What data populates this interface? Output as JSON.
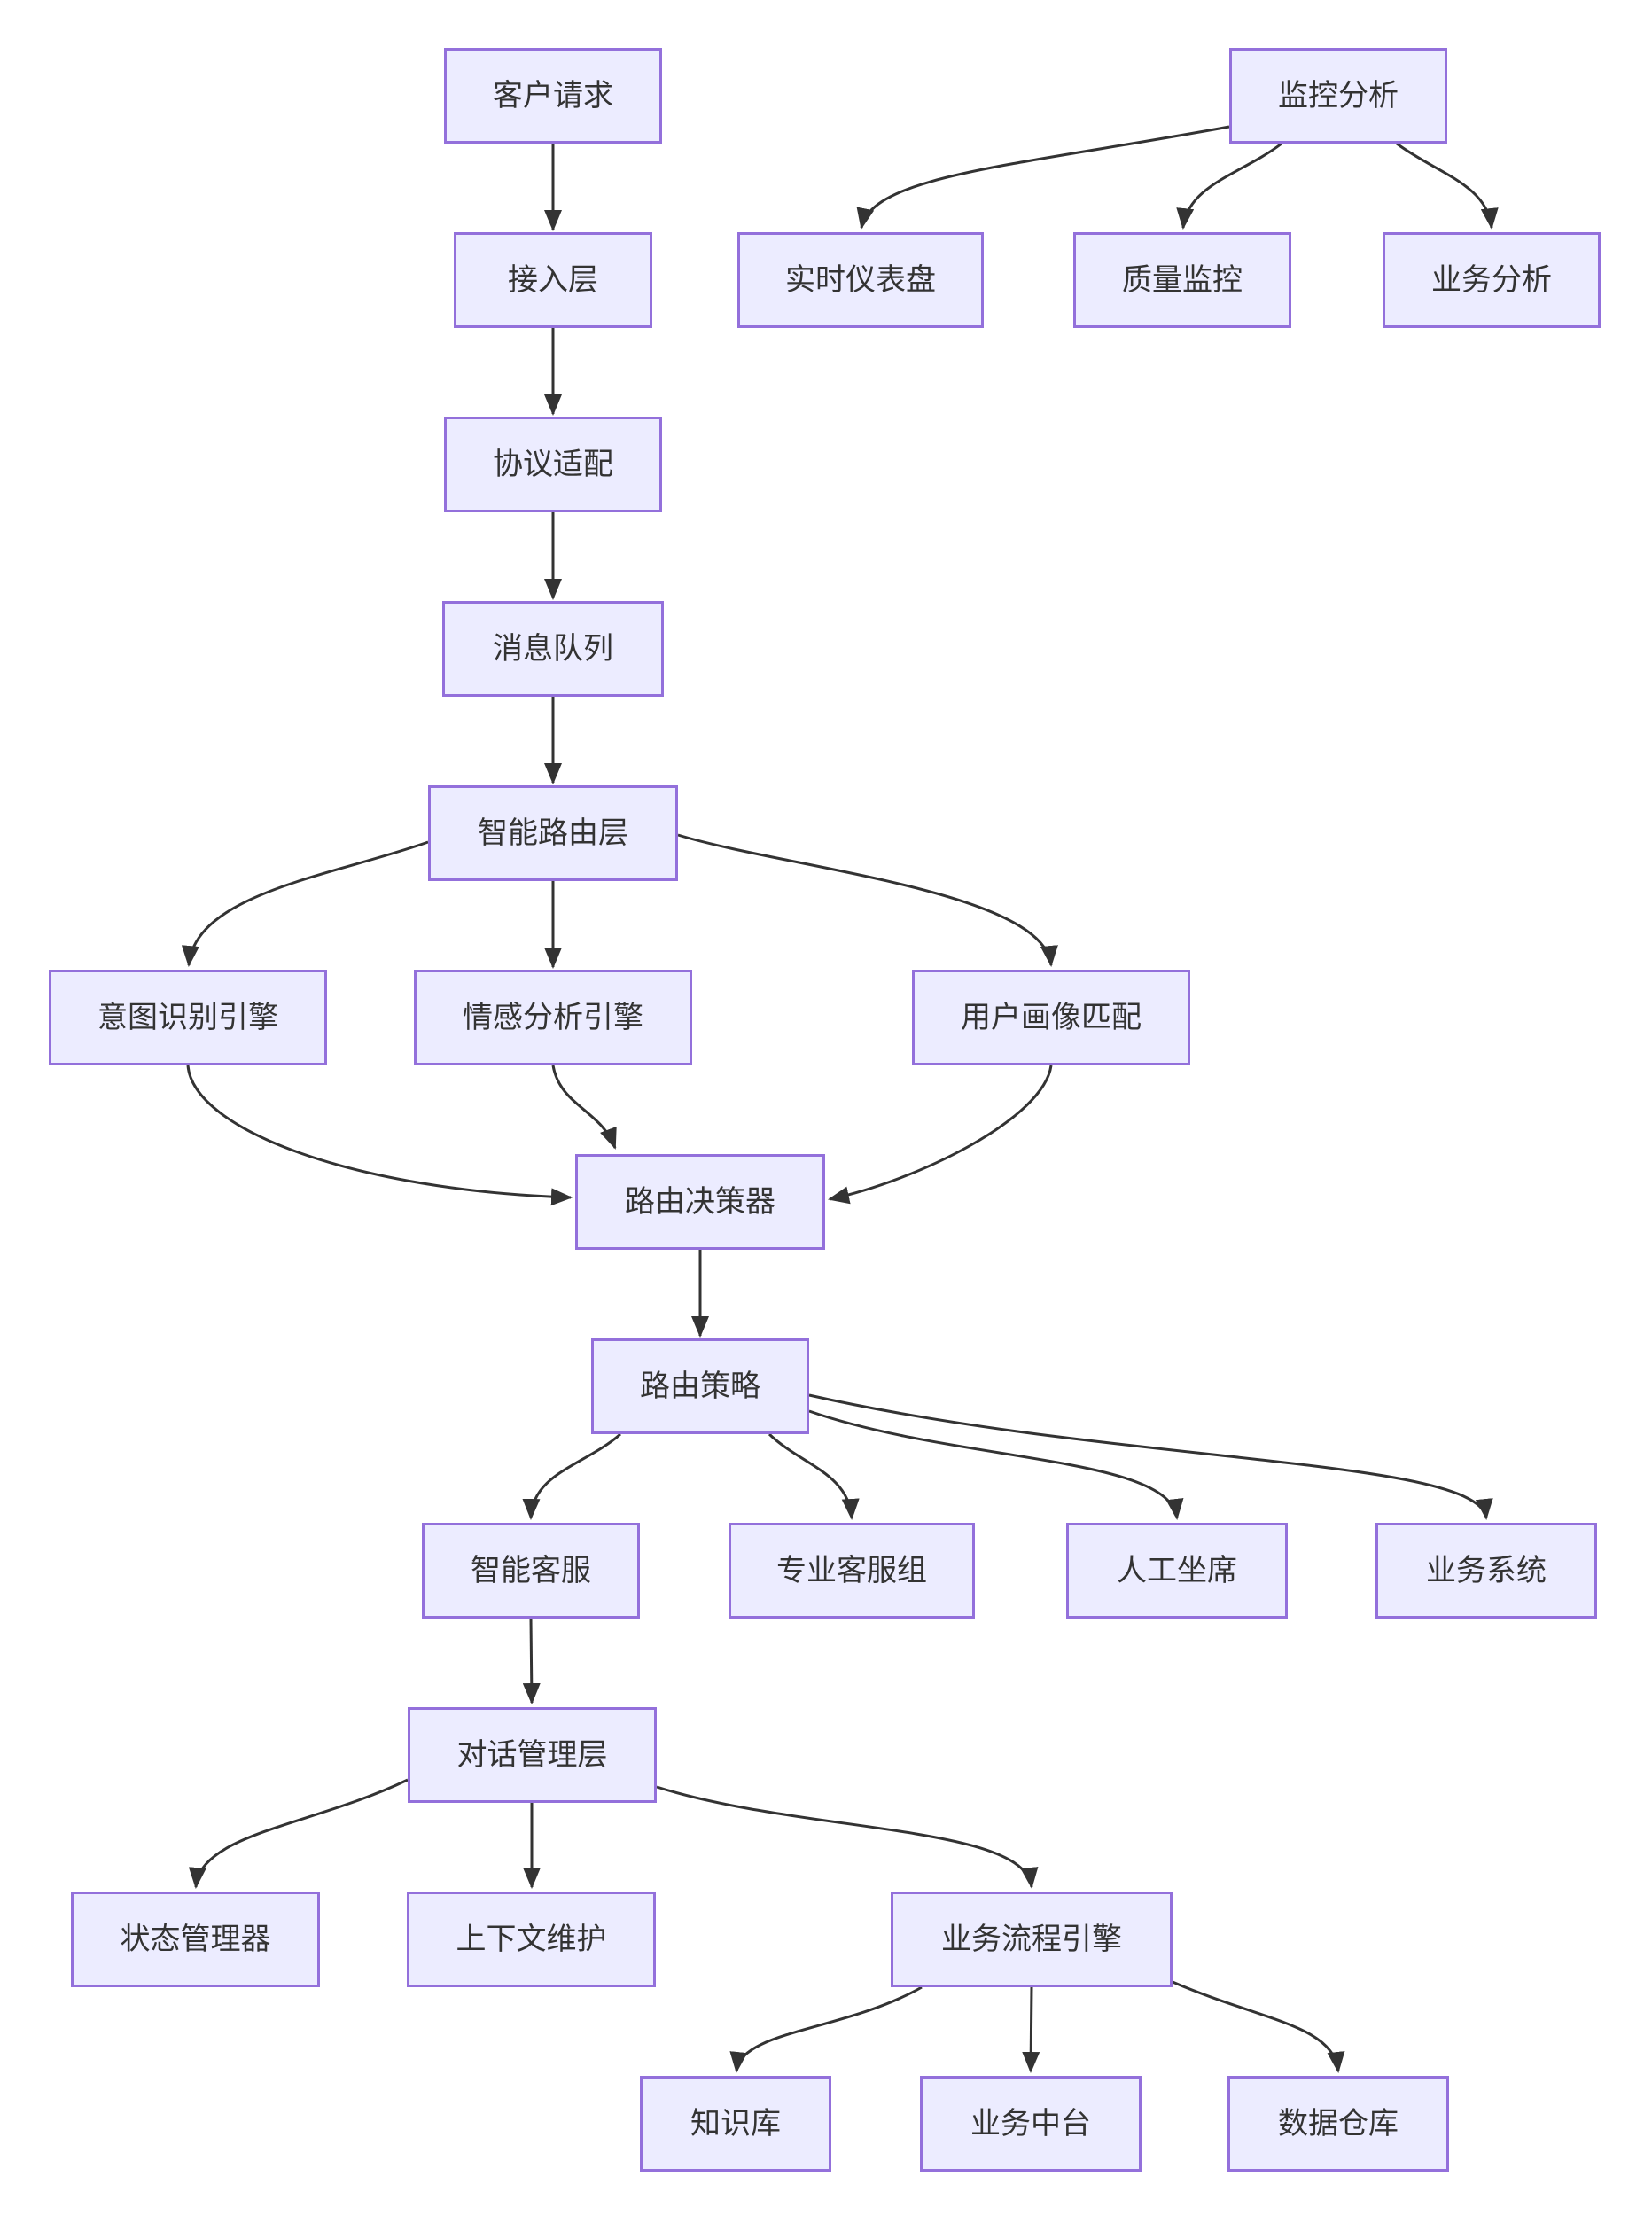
{
  "diagram": {
    "type": "flowchart",
    "direction": "top-bottom",
    "colors": {
      "background": "#FFFFFF",
      "node_fill": "#ECECFF",
      "node_border": "#9370DB",
      "edge": "#333333",
      "text": "#333333"
    },
    "nodes": [
      {
        "id": "customer-request",
        "label": "客户请求"
      },
      {
        "id": "monitoring-analysis",
        "label": "监控分析"
      },
      {
        "id": "access-layer",
        "label": "接入层"
      },
      {
        "id": "realtime-dashboard",
        "label": "实时仪表盘"
      },
      {
        "id": "quality-monitoring",
        "label": "质量监控"
      },
      {
        "id": "business-analysis",
        "label": "业务分析"
      },
      {
        "id": "protocol-adaptation",
        "label": "协议适配"
      },
      {
        "id": "message-queue",
        "label": "消息队列"
      },
      {
        "id": "intelligent-routing-layer",
        "label": "智能路由层"
      },
      {
        "id": "intent-recognition-engine",
        "label": "意图识别引擎"
      },
      {
        "id": "sentiment-analysis-engine",
        "label": "情感分析引擎"
      },
      {
        "id": "user-profile-matching",
        "label": "用户画像匹配"
      },
      {
        "id": "routing-decision-maker",
        "label": "路由决策器"
      },
      {
        "id": "routing-strategy",
        "label": "路由策略"
      },
      {
        "id": "ai-customer-service",
        "label": "智能客服"
      },
      {
        "id": "professional-service-group",
        "label": "专业客服组"
      },
      {
        "id": "human-agent",
        "label": "人工坐席"
      },
      {
        "id": "business-system",
        "label": "业务系统"
      },
      {
        "id": "dialog-management-layer",
        "label": "对话管理层"
      },
      {
        "id": "state-manager",
        "label": "状态管理器"
      },
      {
        "id": "context-maintenance",
        "label": "上下文维护"
      },
      {
        "id": "business-process-engine",
        "label": "业务流程引擎"
      },
      {
        "id": "knowledge-base",
        "label": "知识库"
      },
      {
        "id": "business-middle-platform",
        "label": "业务中台"
      },
      {
        "id": "data-warehouse",
        "label": "数据仓库"
      }
    ],
    "edges": [
      {
        "from": "customer-request",
        "to": "access-layer"
      },
      {
        "from": "access-layer",
        "to": "protocol-adaptation"
      },
      {
        "from": "protocol-adaptation",
        "to": "message-queue"
      },
      {
        "from": "message-queue",
        "to": "intelligent-routing-layer"
      },
      {
        "from": "intelligent-routing-layer",
        "to": "intent-recognition-engine"
      },
      {
        "from": "intelligent-routing-layer",
        "to": "sentiment-analysis-engine"
      },
      {
        "from": "intelligent-routing-layer",
        "to": "user-profile-matching"
      },
      {
        "from": "intent-recognition-engine",
        "to": "routing-decision-maker"
      },
      {
        "from": "sentiment-analysis-engine",
        "to": "routing-decision-maker"
      },
      {
        "from": "user-profile-matching",
        "to": "routing-decision-maker"
      },
      {
        "from": "routing-decision-maker",
        "to": "routing-strategy"
      },
      {
        "from": "routing-strategy",
        "to": "ai-customer-service"
      },
      {
        "from": "routing-strategy",
        "to": "professional-service-group"
      },
      {
        "from": "routing-strategy",
        "to": "human-agent"
      },
      {
        "from": "routing-strategy",
        "to": "business-system"
      },
      {
        "from": "ai-customer-service",
        "to": "dialog-management-layer"
      },
      {
        "from": "dialog-management-layer",
        "to": "state-manager"
      },
      {
        "from": "dialog-management-layer",
        "to": "context-maintenance"
      },
      {
        "from": "dialog-management-layer",
        "to": "business-process-engine"
      },
      {
        "from": "business-process-engine",
        "to": "knowledge-base"
      },
      {
        "from": "business-process-engine",
        "to": "business-middle-platform"
      },
      {
        "from": "business-process-engine",
        "to": "data-warehouse"
      },
      {
        "from": "monitoring-analysis",
        "to": "realtime-dashboard"
      },
      {
        "from": "monitoring-analysis",
        "to": "quality-monitoring"
      },
      {
        "from": "monitoring-analysis",
        "to": "business-analysis"
      }
    ]
  }
}
